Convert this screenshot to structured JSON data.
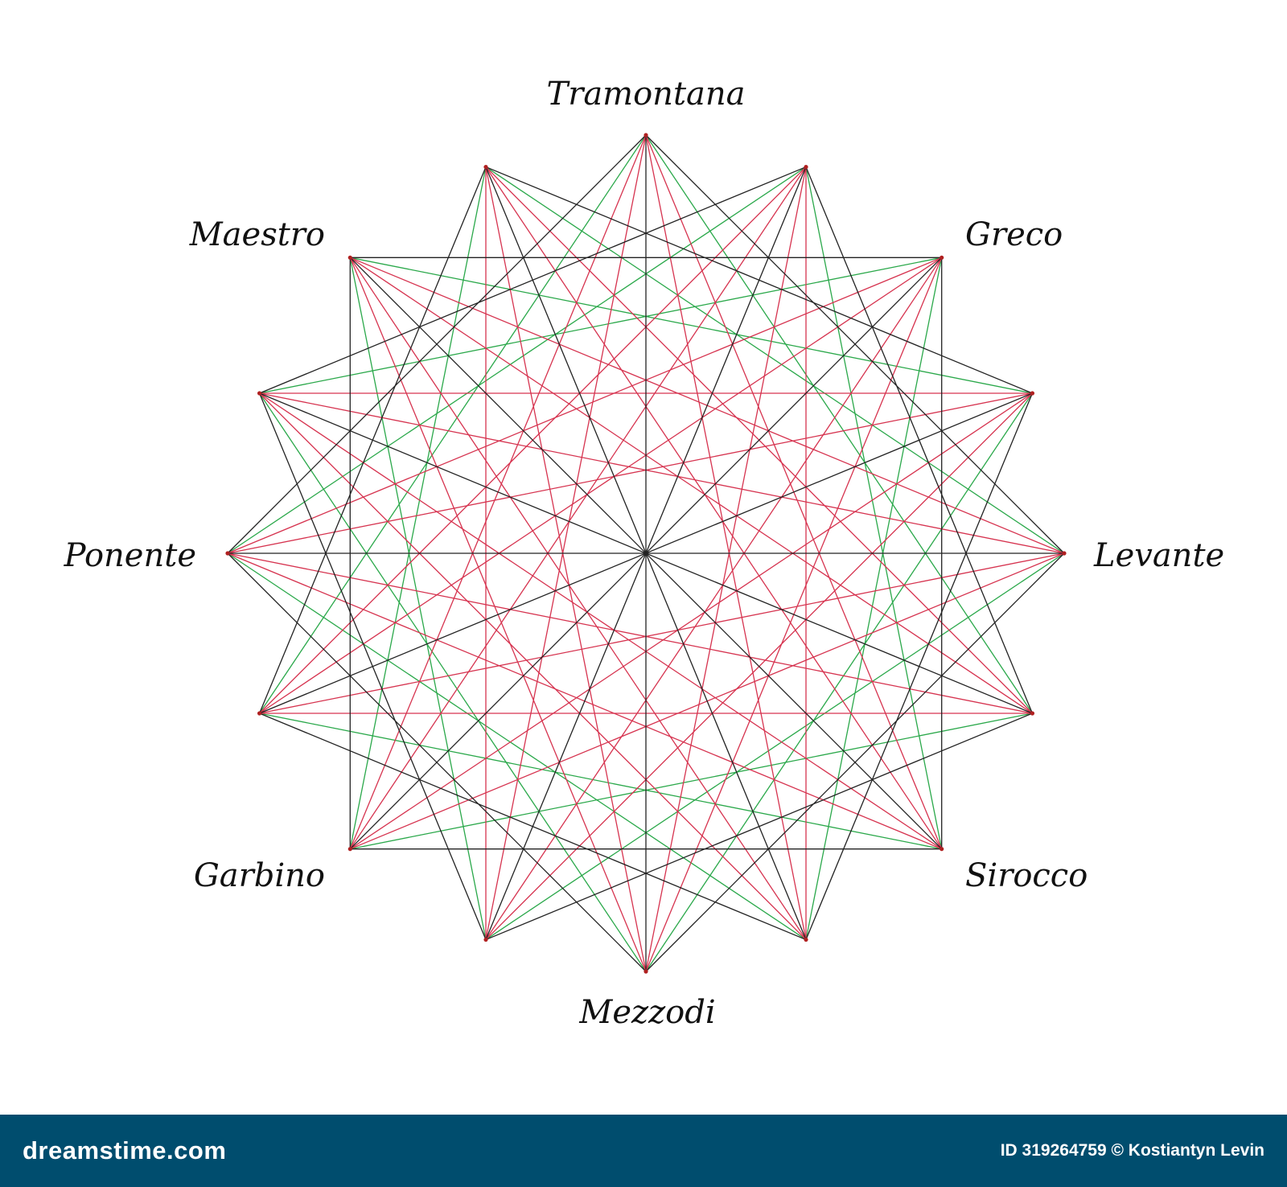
{
  "diagram": {
    "winds": [
      {
        "name": "Tramontana",
        "direction": "N"
      },
      {
        "name": "Greco",
        "direction": "NE"
      },
      {
        "name": "Levante",
        "direction": "E"
      },
      {
        "name": "Sirocco",
        "direction": "SE"
      },
      {
        "name": "Mezzodi",
        "direction": "S"
      },
      {
        "name": "Garbino",
        "direction": "SW"
      },
      {
        "name": "Ponente",
        "direction": "W"
      },
      {
        "name": "Maestro",
        "direction": "NW"
      }
    ],
    "vertex_count": 16,
    "colors": {
      "square_lines": "#222222",
      "star_red": "#d6334f",
      "star_green": "#2aa84a",
      "vertex_marker": "#b02020"
    }
  },
  "footer": {
    "brand": "dreamstime.com",
    "credit": "ID 319264759 © Kostiantyn Levin",
    "background": "#004d6e"
  }
}
